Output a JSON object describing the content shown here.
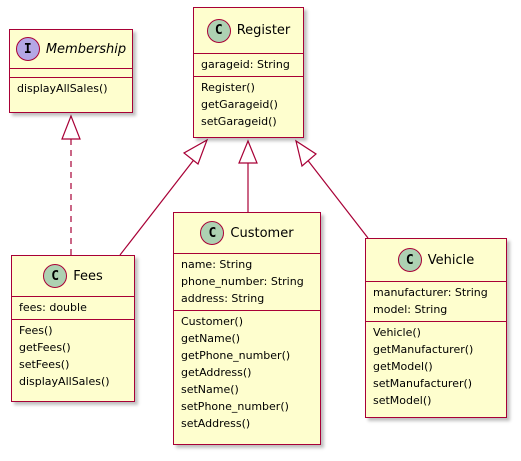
{
  "colors": {
    "box_fill": "#FEFECE",
    "border": "#A80036",
    "class_badge": "#ADD1B2",
    "interface_badge": "#B4A7E5"
  },
  "classes": {
    "membership": {
      "stereotype": "I",
      "name": "Membership",
      "attributes": [],
      "methods": [
        "displayAllSales()"
      ]
    },
    "register": {
      "stereotype": "C",
      "name": "Register",
      "attributes": [
        "garageid: String"
      ],
      "methods": [
        "Register()",
        "getGarageid()",
        "setGarageid()"
      ]
    },
    "fees": {
      "stereotype": "C",
      "name": "Fees",
      "attributes": [
        "fees: double"
      ],
      "methods": [
        "Fees()",
        "getFees()",
        "setFees()",
        "displayAllSales()"
      ]
    },
    "customer": {
      "stereotype": "C",
      "name": "Customer",
      "attributes": [
        "name: String",
        "phone_number: String",
        "address: String"
      ],
      "methods": [
        "Customer()",
        "getName()",
        "getPhone_number()",
        "getAddress()",
        "setName()",
        "setPhone_number()",
        "setAddress()"
      ]
    },
    "vehicle": {
      "stereotype": "C",
      "name": "Vehicle",
      "attributes": [
        "manufacturer: String",
        "model: String"
      ],
      "methods": [
        "Vehicle()",
        "getManufacturer()",
        "getModel()",
        "setManufacturer()",
        "setModel()"
      ]
    }
  },
  "relations": [
    {
      "from": "fees",
      "to": "membership",
      "type": "realization"
    },
    {
      "from": "fees",
      "to": "register",
      "type": "generalization"
    },
    {
      "from": "customer",
      "to": "register",
      "type": "generalization"
    },
    {
      "from": "vehicle",
      "to": "register",
      "type": "generalization"
    }
  ]
}
